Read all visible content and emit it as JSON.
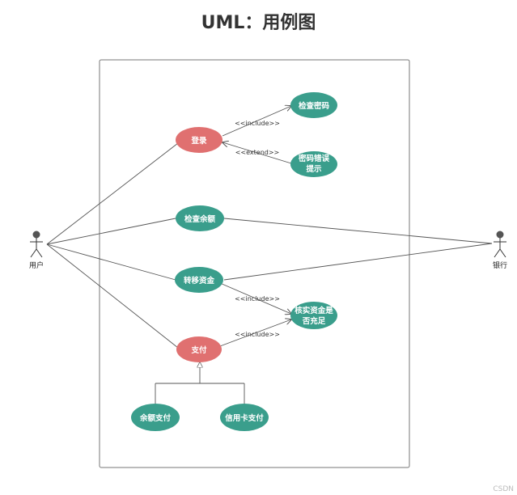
{
  "title": "UML：用例图",
  "colors": {
    "red": "#e07070",
    "teal": "#3a9e8c",
    "line": "#555555",
    "border": "#777777"
  },
  "actors": {
    "user": "用户",
    "bank": "银行"
  },
  "use_cases": {
    "login": "登录",
    "check_password": "检查密码",
    "password_error": [
      "密码错误",
      "提示"
    ],
    "check_balance": "检查余额",
    "transfer": "转移资金",
    "verify_funds": [
      "核实资金是",
      "否充足"
    ],
    "pay": "支付",
    "balance_pay": "余额支付",
    "credit_pay": "信用卡支付"
  },
  "relations": {
    "include": "<<include>>",
    "extend": "<<extend>>"
  },
  "watermark": "CSDN"
}
